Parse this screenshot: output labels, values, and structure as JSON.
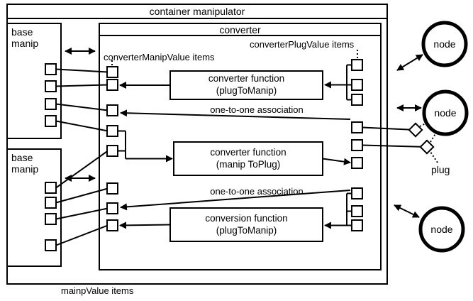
{
  "colors": {
    "ink": "#000000",
    "bg": "#ffffff"
  },
  "titles": {
    "container": "container manipulator",
    "converter": "converter"
  },
  "base_manips": {
    "top": "base manip",
    "bottom": "base manip"
  },
  "labels": {
    "converter_manip_items": "converterManipValue items",
    "converter_plug_items": "converterPlugValue items",
    "mainp_items": "mainpValue items",
    "association_top": "one-to-one association",
    "association_bottom": "one-to-one association",
    "plug": "plug"
  },
  "functions": [
    {
      "line1": "converter function",
      "line2": "(plugToManip)"
    },
    {
      "line1": "converter function",
      "line2": "(manip ToPlug)"
    },
    {
      "line1": "conversion function",
      "line2": "(plugToManip)"
    }
  ],
  "nodes": [
    {
      "label": "node"
    },
    {
      "label": "node"
    },
    {
      "label": "node"
    }
  ]
}
